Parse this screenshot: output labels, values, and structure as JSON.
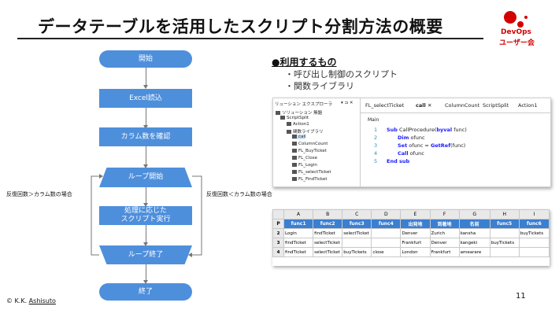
{
  "title": "データテーブルを活用したスクリプト分割方法の概要",
  "logo": {
    "line1": "DevOps",
    "line2": "ユーザー会",
    "color": "#d40000"
  },
  "flow": {
    "start": "開始",
    "excel_import": "Excel読込",
    "check_columns": "カラム数を確認",
    "loop_start": "ループ開始",
    "execute_line1": "処理に応じた",
    "execute_line2": "スクリプト実行",
    "loop_end": "ループ終了",
    "end": "終了",
    "left_condition": "反復回数＞カラム数の場合",
    "right_condition": "反復回数＜カラム数の場合",
    "box_color": "#4e8fdc"
  },
  "info": {
    "heading": "●利用するもの",
    "items": [
      "・呼び出し制御のスクリプト",
      "・関数ライブラリ"
    ]
  },
  "ide": {
    "explorer_title": "リューション エクスプローラ",
    "explorer_controls": "▾ ⊐ ✕",
    "tree": [
      "ソリューション 無題",
      "ScriptSplit",
      "Action1",
      "関数ライブラリ",
      "call",
      "ColumnCount",
      "FL_BuyTicket",
      "FL_Close",
      "FL_Login",
      "FL_selectTicket",
      "FL_FindTicket"
    ],
    "tabs": [
      "FL_selectTicket",
      "call ✕",
      "ColumnCount",
      "ScriptSplit",
      "Action1"
    ],
    "breadcrumb": "Main",
    "line_numbers": [
      "1",
      "2",
      "3",
      "4",
      "5"
    ],
    "code": {
      "l1_kw": "Sub",
      "l1_rest": " CallProcedure(",
      "l1_kw2": "byval",
      "l1_end": " func)",
      "l2_kw": "Dim",
      "l2_rest": " ofunc",
      "l3_kw": "Set",
      "l3_rest": " ofunc = ",
      "l3_kw2": "GetRef",
      "l3_end": "(func)",
      "l4_kw": "Call",
      "l4_rest": " ofunc",
      "l5": "End sub"
    }
  },
  "table": {
    "col_letters": [
      "",
      "A",
      "B",
      "C",
      "D",
      "E",
      "F",
      "G",
      "H",
      "I"
    ],
    "header_row": [
      "P",
      "func1",
      "func2",
      "func3",
      "func4",
      "出発地",
      "到着地",
      "名前",
      "func5",
      "func6"
    ],
    "rows": [
      [
        "2",
        "Login",
        "findTicket",
        "selectTicket",
        "",
        "Denver",
        "Zurich",
        "kansha",
        "",
        "buyTickets"
      ],
      [
        "3",
        "findTicket",
        "selectTicket",
        "",
        "",
        "Frankfurt",
        "Denver",
        "kangeki",
        "buyTickets",
        ""
      ],
      [
        "4",
        "findTicket",
        "selectTicket",
        "buyTickets",
        "close",
        "London",
        "Frankfurt",
        "amearare",
        "",
        ""
      ]
    ]
  },
  "page_number": "11",
  "copyright": {
    "prefix": "© K.K. ",
    "name": "Ashisuto"
  }
}
